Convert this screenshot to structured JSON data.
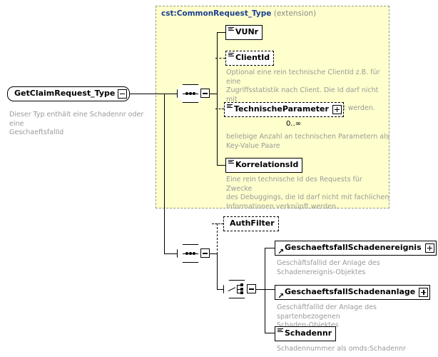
{
  "diagram": {
    "type": "xsd-schema-diagram",
    "root": {
      "name": "GetClaimRequest_Type",
      "annotation": "Dieser Typ enthält eine Schadennr oder eine\nGeschaeftsfallId",
      "expander": "minus"
    },
    "extension_panel": {
      "namespace_label": "cst:CommonRequest_Type",
      "kind_label": "(extension)"
    },
    "compositors": [
      {
        "id": "seq-top",
        "kind": "sequence",
        "expander": "minus"
      },
      {
        "id": "seq-bottom",
        "kind": "sequence",
        "expander": "minus"
      },
      {
        "id": "choice",
        "kind": "choice",
        "expander": "minus"
      }
    ],
    "elements": [
      {
        "id": "vunr",
        "label": "VUNr",
        "icon": "element-icon",
        "optional": false,
        "expander": null,
        "cardinality": null,
        "annotation": null
      },
      {
        "id": "clientid",
        "label": "ClientId",
        "icon": "element-icon",
        "optional": true,
        "expander": null,
        "cardinality": null,
        "annotation": "Optional eine rein technische ClientId z.B. für eine\nZugriffsstatistik nach Client. Die Id darf nicht mit\nfachlichen Informationen verknüpft werden."
      },
      {
        "id": "technischeparameter",
        "label": "TechnischeParameter",
        "icon": "element-icon",
        "optional": true,
        "expander": "plus",
        "cardinality": "0..∞",
        "annotation": "beliebige Anzahl an technischen Parametern als\nKey-Value Paare"
      },
      {
        "id": "korrelationsid",
        "label": "KorrelationsId",
        "icon": "element-icon",
        "optional": false,
        "expander": null,
        "cardinality": null,
        "annotation": "Eine rein technische Id des Requests für Zwecke\ndes Debuggings, die Id darf nicht mit fachlichen\nInformationen verknüpft werden."
      },
      {
        "id": "authfilter",
        "label": "AuthFilter",
        "icon": null,
        "optional": true,
        "expander": null,
        "cardinality": null,
        "annotation": null
      },
      {
        "id": "geschaeftsfallschadenereignis",
        "label": "GeschaeftsfallSchadenereignis",
        "icon": "reference-arrow-icon",
        "optional": false,
        "expander": "plus",
        "cardinality": null,
        "annotation": "Geschäftsfallid der Anlage des\nSchadenereignis-Objektes"
      },
      {
        "id": "geschaeftsfallschadenanlage",
        "label": "GeschaeftsfallSchadenanlage",
        "icon": "reference-arrow-icon",
        "optional": false,
        "expander": "plus",
        "cardinality": null,
        "annotation": "GeschäftfallId der Anlage des spartenbezogenen\nSchaden-Objektes"
      },
      {
        "id": "schadennr",
        "label": "Schadennr",
        "icon": "element-icon",
        "optional": false,
        "expander": null,
        "cardinality": null,
        "annotation": "Schadennummer als omds:Schadennr"
      }
    ],
    "colors": {
      "panel_background": "#feffcc",
      "panel_border": "#9a9a7d",
      "namespace_text": "#1a3f8f",
      "annotation_text": "#9a9a9a",
      "line": "#000000",
      "shadow": "#c4c4c4"
    }
  }
}
